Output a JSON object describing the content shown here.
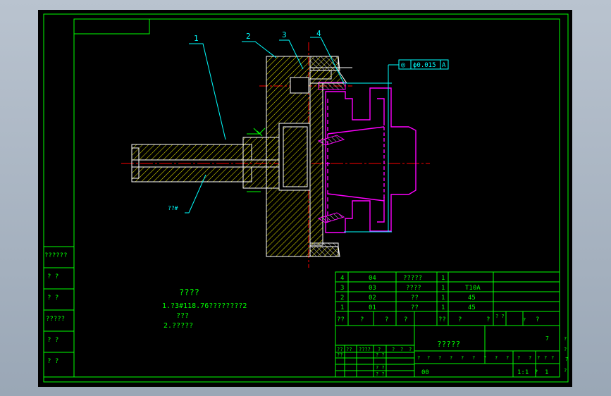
{
  "drawing": {
    "balloons": [
      "1",
      "2",
      "3",
      "4"
    ],
    "tolerance_frame": {
      "symbol": "◎",
      "value": "ϕ0.015",
      "datum": "A"
    },
    "surface_note": "??#",
    "notes_title": "????",
    "notes": [
      "1.?3#118.76????????2",
      "???",
      "2.?????"
    ]
  },
  "left_strip": {
    "labels": [
      "??????",
      "?   ?",
      "?   ?",
      "?????",
      "?   ?",
      "?   ?"
    ]
  },
  "bom": {
    "rows": [
      [
        "4",
        "04",
        "?????",
        "1",
        ""
      ],
      [
        "3",
        "03",
        "????",
        "1",
        "T10A"
      ],
      [
        "2",
        "02",
        "??",
        "1",
        "45"
      ],
      [
        "1",
        "01",
        "??",
        "1",
        "45"
      ]
    ],
    "header": [
      "??",
      "?",
      "?",
      "?",
      "??",
      "?",
      "?",
      "? ?",
      "?"
    ]
  },
  "title_block": {
    "part_name": "?????",
    "drawing_no": "00",
    "scale": "1:1",
    "sheet_a": "?",
    "sheet_b": "1",
    "sign_row1": [
      "??",
      "??",
      "????",
      "?",
      "?",
      "?",
      "?"
    ],
    "sign_row2": [
      "??",
      "? ?",
      "? ?",
      "? ?"
    ],
    "stage_cells": [
      "?",
      "?",
      "?",
      "?",
      "?",
      "?",
      "?",
      "?",
      "?",
      "?",
      "?",
      "?",
      "?",
      "?",
      "7"
    ],
    "header_right": [
      "?",
      "?",
      "?",
      "?",
      "7"
    ]
  },
  "colors": {
    "background": "#000000",
    "frame": "#00ff00",
    "hatch": "#ffff00",
    "outline": "#ffffff",
    "fixture": "#ff00ff",
    "dimension": "#00ffff",
    "centerline": "#ff0000"
  }
}
